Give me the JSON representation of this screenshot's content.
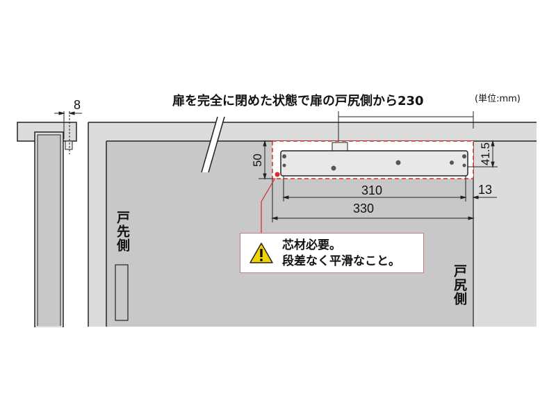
{
  "title": "扉を完全に閉めた状態で扉の戸尻側から230",
  "unit": "(単位:mm)",
  "labels": {
    "door_leading_edge": "戸先側",
    "door_hinge_edge": "戸尻側"
  },
  "dimensions": {
    "gap": "8",
    "height_total": "50",
    "height_body": "41.5",
    "body_length": "310",
    "total_length": "330",
    "offset": "13"
  },
  "callout": {
    "icon": "warning-icon",
    "line1": "芯材必要。",
    "line2": "段差なく平滑なこと。"
  },
  "colors": {
    "frame": "#dcdcdc",
    "door": "#c8c8c8",
    "dashed_area": "#d42a2a",
    "warning": "#f2d200"
  }
}
